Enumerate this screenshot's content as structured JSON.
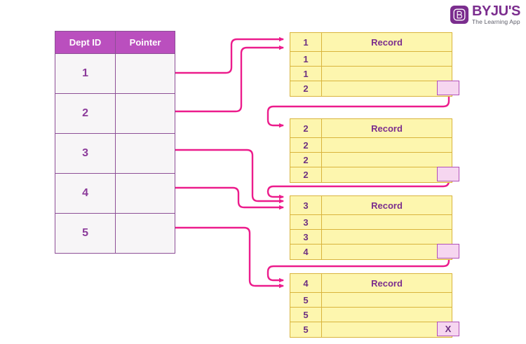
{
  "brand": {
    "mark_letter": "B",
    "name": "BYJU'S",
    "tagline": "The Learning App",
    "purple": "#7B2D8E"
  },
  "colors": {
    "header_purple": "#BA4FBE",
    "table_border_purple": "#8D4E96",
    "cell_bg": "#F7F5F7",
    "record_fill": "#FDF6AE",
    "record_border": "#D9B43C",
    "pointer_fill": "#F6D6F0",
    "pointer_border": "#B14FB8",
    "arrow_pink": "#EC1C8C",
    "value_text": "#7B2D8E"
  },
  "index_table": {
    "name": "dept-index-table",
    "headers": [
      "Dept ID",
      "Pointer"
    ],
    "rows": [
      {
        "dept_id": "1",
        "pointer": ""
      },
      {
        "dept_id": "2",
        "pointer": ""
      },
      {
        "dept_id": "3",
        "pointer": ""
      },
      {
        "dept_id": "4",
        "pointer": ""
      },
      {
        "dept_id": "5",
        "pointer": ""
      }
    ]
  },
  "record_blocks": [
    {
      "name": "record-block-1",
      "record_label": "Record",
      "keys": [
        "1",
        "1",
        "1",
        "2"
      ],
      "chain_pointer": ""
    },
    {
      "name": "record-block-2",
      "record_label": "Record",
      "keys": [
        "2",
        "2",
        "2",
        "2"
      ],
      "chain_pointer": ""
    },
    {
      "name": "record-block-3",
      "record_label": "Record",
      "keys": [
        "3",
        "3",
        "3",
        "4"
      ],
      "chain_pointer": ""
    },
    {
      "name": "record-block-4",
      "record_label": "Record",
      "keys": [
        "4",
        "5",
        "5",
        "5"
      ],
      "chain_pointer": "X"
    }
  ]
}
